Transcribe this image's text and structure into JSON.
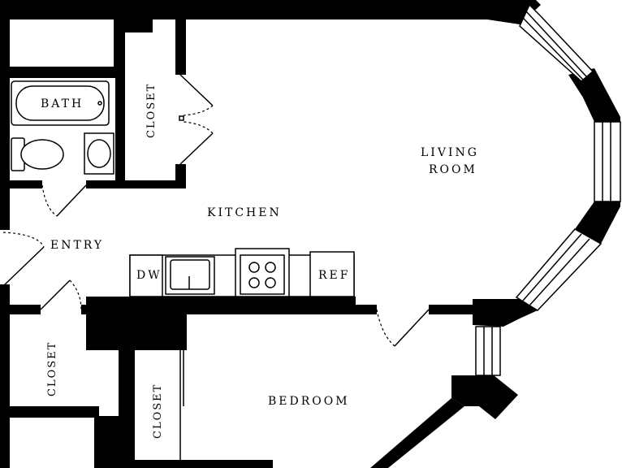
{
  "rooms": {
    "bath": "BATH",
    "closet_upper": "CLOSET",
    "living_line1": "LIVING",
    "living_line2": "ROOM",
    "kitchen": "KITCHEN",
    "entry": "ENTRY",
    "closet_lower_left": "CLOSET",
    "closet_bedroom": "CLOSET",
    "bedroom": "BEDROOM"
  },
  "appliances": {
    "dishwasher": "DW",
    "refrigerator": "REF"
  },
  "colors": {
    "wall": "#000000",
    "background": "#ffffff"
  }
}
